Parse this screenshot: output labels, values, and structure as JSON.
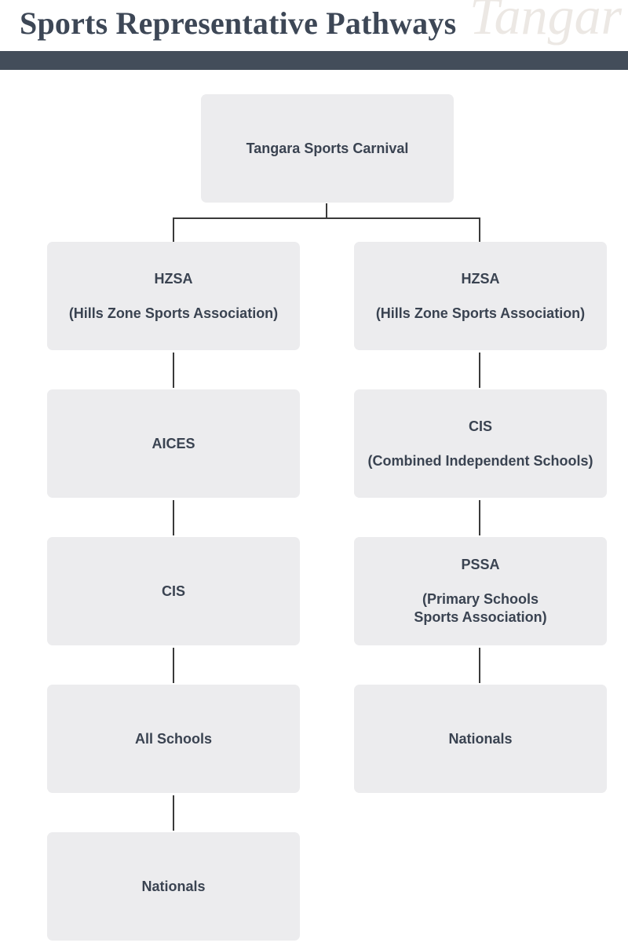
{
  "header": {
    "title": "Sports Representative Pathways",
    "watermark": "Tangar",
    "bar_color": "#434d5a"
  },
  "diagram": {
    "root": {
      "label": "Tangara Sports Carnival"
    },
    "left_path": [
      {
        "name": "HZSA",
        "detail": "(Hills Zone Sports Association)"
      },
      {
        "name": "AICES"
      },
      {
        "name": "CIS"
      },
      {
        "name": "All Schools"
      },
      {
        "name": "Nationals"
      }
    ],
    "right_path": [
      {
        "name": "HZSA",
        "detail": "(Hills Zone Sports Association)"
      },
      {
        "name": "CIS",
        "detail": "(Combined Independent Schools)"
      },
      {
        "name": "PSSA",
        "detail_line1": "(Primary Schools",
        "detail_line2": "Sports Association)"
      },
      {
        "name": "Nationals"
      }
    ],
    "box_color": "#ececee",
    "text_color": "#3a4351"
  }
}
